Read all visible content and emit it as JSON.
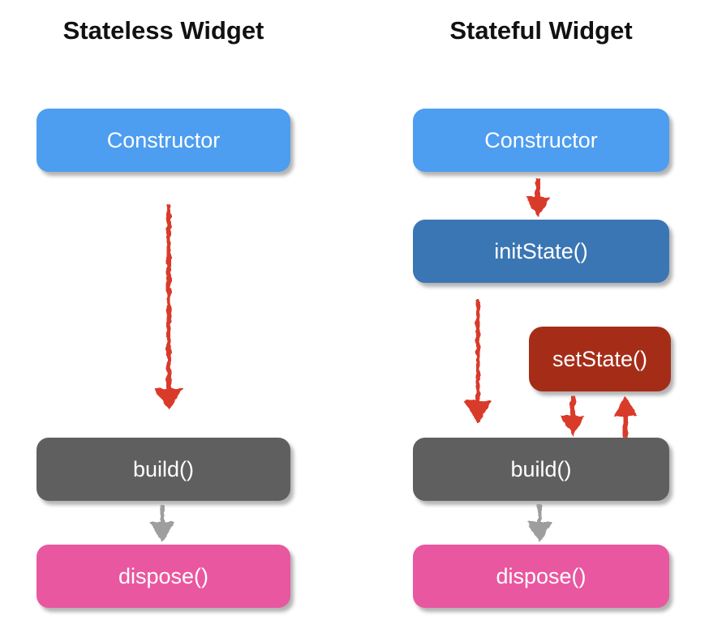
{
  "diagram": {
    "left_column": {
      "title": "Stateless Widget",
      "nodes": [
        {
          "id": "constructor",
          "label": "Constructor"
        },
        {
          "id": "build",
          "label": "build()"
        },
        {
          "id": "dispose",
          "label": "dispose()"
        }
      ]
    },
    "right_column": {
      "title": "Stateful Widget",
      "nodes": [
        {
          "id": "constructor",
          "label": "Constructor"
        },
        {
          "id": "initState",
          "label": "initState()"
        },
        {
          "id": "setState",
          "label": "setState()"
        },
        {
          "id": "build",
          "label": "build()"
        },
        {
          "id": "dispose",
          "label": "dispose()"
        }
      ]
    }
  },
  "colors": {
    "constructor_box": "#4D9DF0",
    "initstate_box": "#3A76B4",
    "setstate_box": "#A52D18",
    "build_box": "#5F5F5F",
    "dispose_box": "#E957A0",
    "arrow_red": "#D93A2B",
    "arrow_gray": "#9E9E9E",
    "title_text": "#111111",
    "box_text": "#FFFFFF"
  }
}
